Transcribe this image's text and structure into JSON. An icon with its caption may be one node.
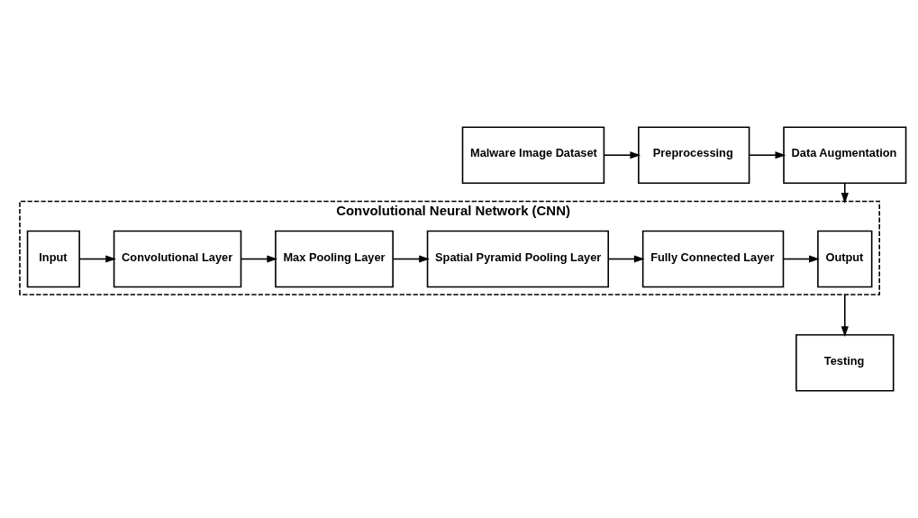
{
  "diagram": {
    "nodes": [
      {
        "text": [
          "Malware Image Dataset"
        ]
      },
      {
        "text": [
          "Preprocessing"
        ]
      },
      {
        "text": [
          "Data Augmentation"
        ]
      },
      {
        "text": [
          "Convolutional Neural Network (CNN)"
        ]
      },
      {
        "text": [
          "Input"
        ],
        "in": 3
      },
      {
        "text": [
          "Convolutional Layer"
        ],
        "in": 3
      },
      {
        "text": [
          "Max Pooling Layer"
        ],
        "in": 3
      },
      {
        "text": [
          "Spatial Pyramid Pooling Layer"
        ],
        "in": 3
      },
      {
        "text": [
          "Fully Connected Layer"
        ],
        "in": 3
      },
      {
        "text": [
          "Output"
        ],
        "in": 3
      },
      {
        "text": [
          "Testing"
        ]
      }
    ],
    "edges": [
      {
        "from": 0,
        "to": 1,
        "arrow": "to"
      },
      {
        "from": 1,
        "to": 2,
        "arrow": "to"
      },
      {
        "from": 2,
        "to": 3,
        "arrow": "to"
      },
      {
        "from": 4,
        "to": 5,
        "arrow": "to"
      },
      {
        "from": 5,
        "to": 6,
        "arrow": "to"
      },
      {
        "from": 6,
        "to": 7,
        "arrow": "to"
      },
      {
        "from": 7,
        "to": 8,
        "arrow": "to"
      },
      {
        "from": 8,
        "to": 9,
        "arrow": "to"
      },
      {
        "from": 3,
        "to": 10,
        "arrow": "to"
      }
    ]
  }
}
